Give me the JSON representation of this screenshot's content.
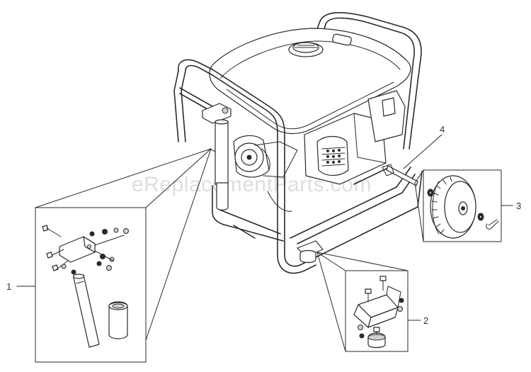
{
  "watermark": "eReplacementParts.com",
  "callouts": {
    "c1": "1",
    "c2": "2",
    "c3": "3",
    "c4": "4"
  },
  "icons": [
    "generator-frame",
    "handle-bracket-kit",
    "foot-bracket-kit",
    "wheel-kit",
    "axle-rod"
  ]
}
